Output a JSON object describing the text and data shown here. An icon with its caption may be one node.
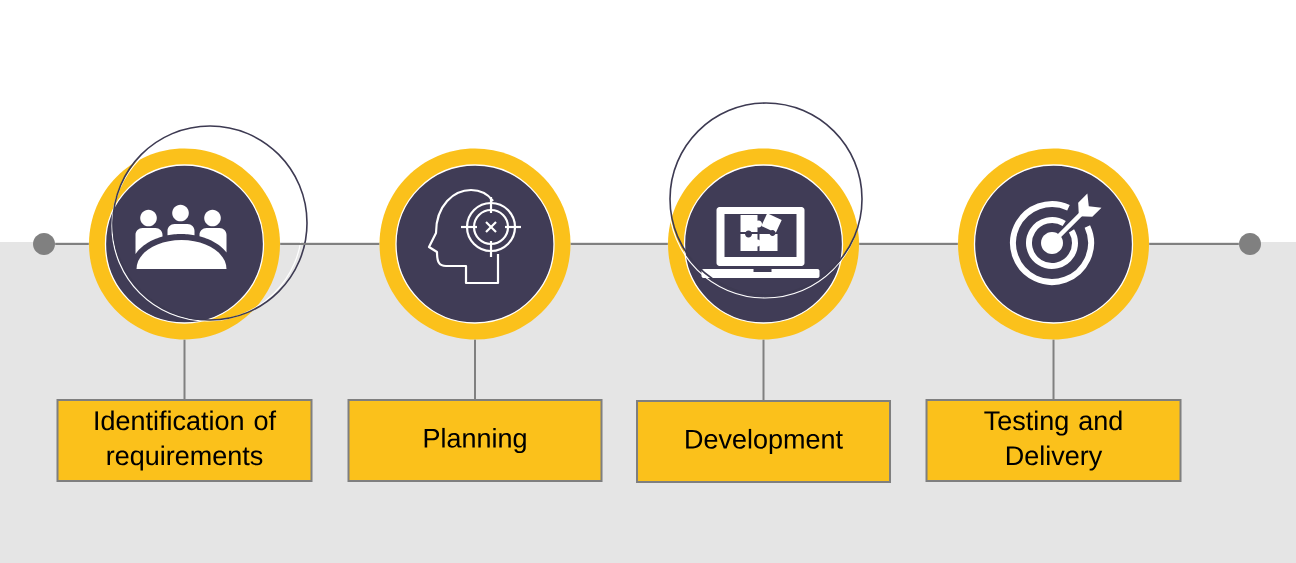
{
  "diagram": {
    "nodes": [
      {
        "text": [],
        "shape": "circle"
      },
      {
        "text": [],
        "shape": "circle"
      },
      {
        "text": [
          "Identification of requirements"
        ]
      },
      {
        "text": [],
        "shape": "circle"
      },
      {
        "text": [
          "Planning"
        ]
      },
      {
        "text": [],
        "shape": "circle"
      },
      {
        "text": [
          "Development"
        ]
      },
      {
        "text": [],
        "shape": "circle"
      },
      {
        "text": [
          "Testing and Delivery"
        ]
      },
      {
        "text": [],
        "shape": "circle"
      }
    ],
    "edges": [
      {
        "from": 0,
        "to": 1,
        "arrow": "none"
      },
      {
        "from": 1,
        "to": 3,
        "arrow": "none"
      },
      {
        "from": 3,
        "to": 5,
        "arrow": "none"
      },
      {
        "from": 5,
        "to": 7,
        "arrow": "none"
      },
      {
        "from": 7,
        "to": 9,
        "arrow": "none"
      },
      {
        "from": 1,
        "to": 2,
        "arrow": "none"
      },
      {
        "from": 3,
        "to": 4,
        "arrow": "none"
      },
      {
        "from": 5,
        "to": 6,
        "arrow": "none"
      },
      {
        "from": 7,
        "to": 8,
        "arrow": "none"
      }
    ]
  }
}
